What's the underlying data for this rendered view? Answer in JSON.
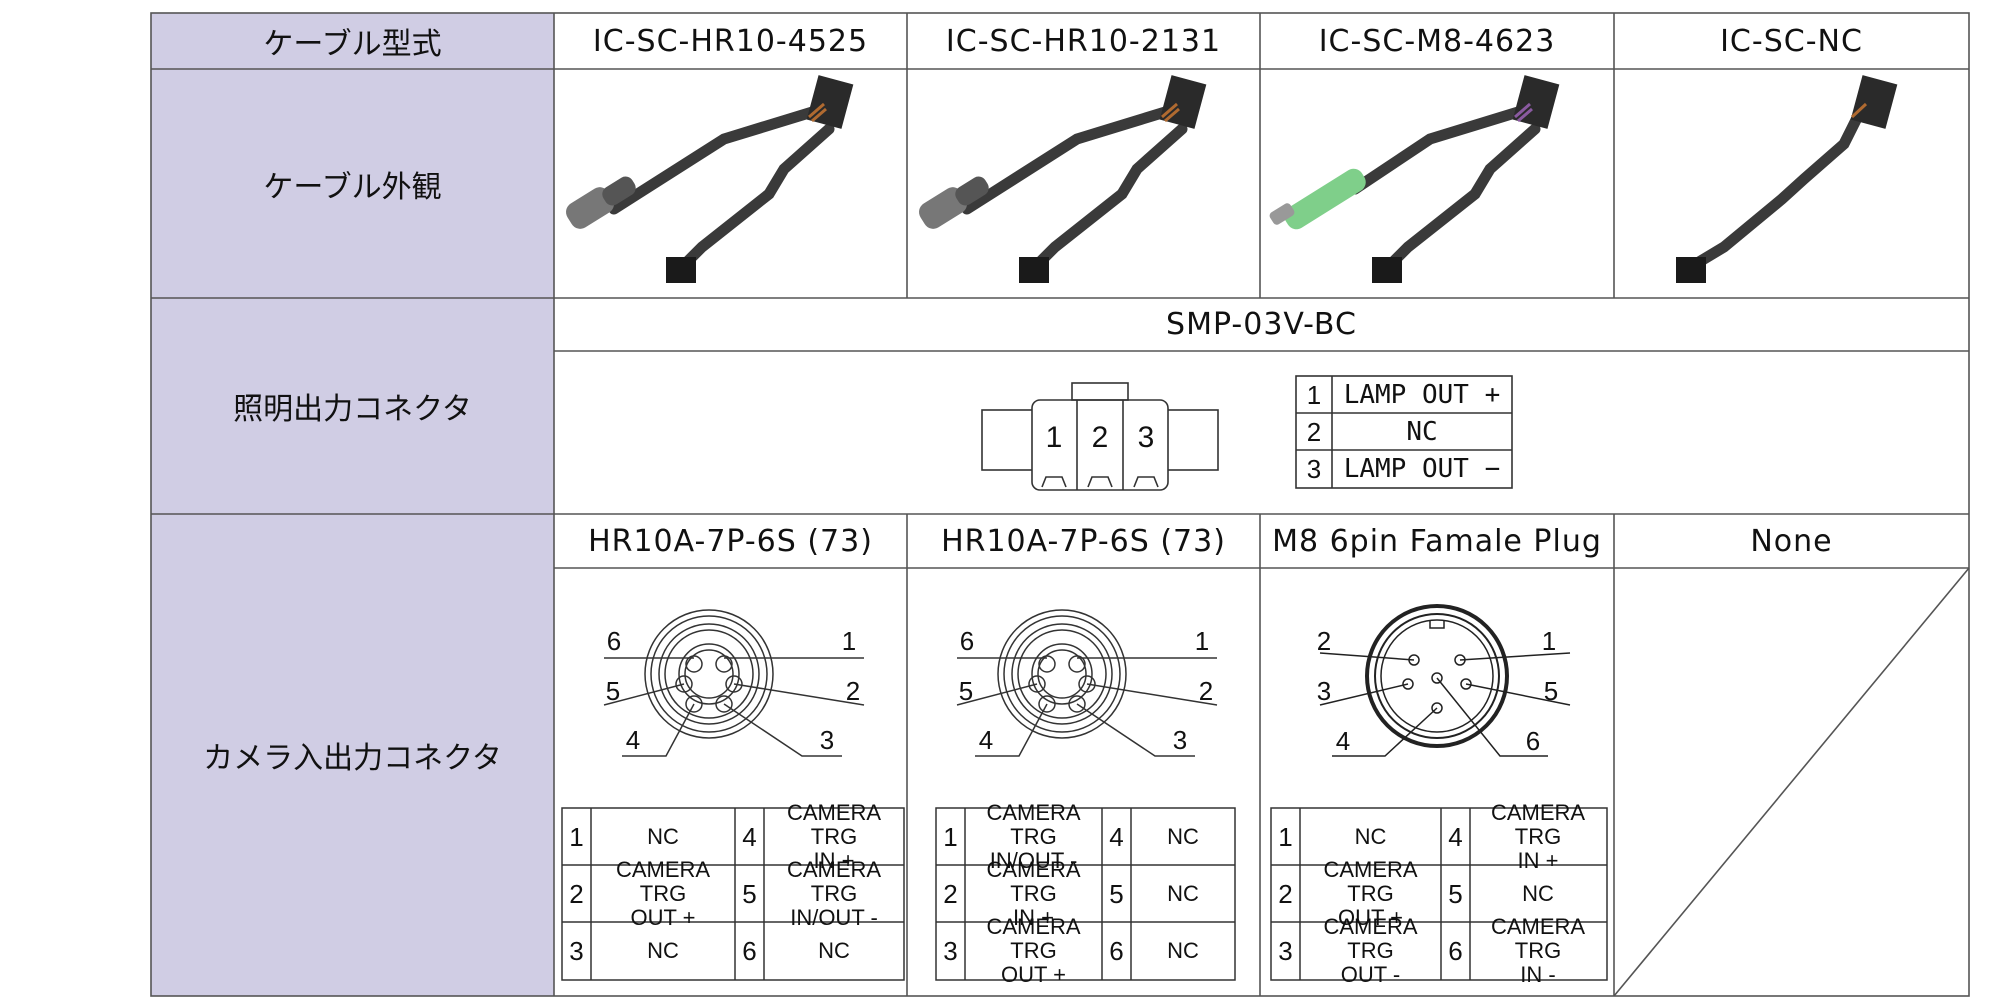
{
  "row_labels": {
    "cable_model": "ケーブル型式",
    "appearance": "ケーブル外観",
    "light_connector": "照明出力コネクタ",
    "camera_connector": "カメラ入出力コネクタ"
  },
  "models": [
    "IC-SC-HR10-4525",
    "IC-SC-HR10-2131",
    "IC-SC-M8-4623",
    "IC-SC-NC"
  ],
  "light": {
    "connector": "SMP-03V-BC",
    "pins": [
      {
        "pin": "1",
        "signal": "LAMP OUT +"
      },
      {
        "pin": "2",
        "signal": "NC"
      },
      {
        "pin": "3",
        "signal": "LAMP OUT −"
      }
    ]
  },
  "camera_connectors": [
    "HR10A-7P-6S (73)",
    "HR10A-7P-6S (73)",
    "M8 6pin Famale Plug",
    "None"
  ],
  "pin_tables": [
    {
      "pins": [
        {
          "n": "1",
          "s": "NC"
        },
        {
          "n": "4",
          "s": "CAMERA TRG\nIN +"
        },
        {
          "n": "2",
          "s": "CAMERA TRG\nOUT +"
        },
        {
          "n": "5",
          "s": "CAMERA TRG\nIN/OUT -"
        },
        {
          "n": "3",
          "s": "NC"
        },
        {
          "n": "6",
          "s": "NC"
        }
      ]
    },
    {
      "pins": [
        {
          "n": "1",
          "s": "CAMERA TRG\nIN/OUT -"
        },
        {
          "n": "4",
          "s": "NC"
        },
        {
          "n": "2",
          "s": "CAMERA TRG\nIN +"
        },
        {
          "n": "5",
          "s": "NC"
        },
        {
          "n": "3",
          "s": "CAMERA TRG\nOUT +"
        },
        {
          "n": "6",
          "s": "NC"
        }
      ]
    },
    {
      "pins": [
        {
          "n": "1",
          "s": "NC"
        },
        {
          "n": "4",
          "s": "CAMERA TRG\nIN +"
        },
        {
          "n": "2",
          "s": "CAMERA TRG\nOUT +"
        },
        {
          "n": "5",
          "s": "NC"
        },
        {
          "n": "3",
          "s": "CAMERA TRG\nOUT -"
        },
        {
          "n": "6",
          "s": "CAMERA TRG\nIN -"
        }
      ]
    }
  ],
  "diagram_labels": {
    "hr10": [
      "1",
      "2",
      "3",
      "4",
      "5",
      "6"
    ],
    "m8": [
      "1",
      "2",
      "3",
      "4",
      "5",
      "6"
    ],
    "smp": [
      "1",
      "2",
      "3"
    ]
  },
  "colors": {
    "header_fill": "#d0cde4",
    "border": "#555555",
    "cable": "#3a3a3a",
    "m8_sleeve": "#7fcf8a"
  }
}
